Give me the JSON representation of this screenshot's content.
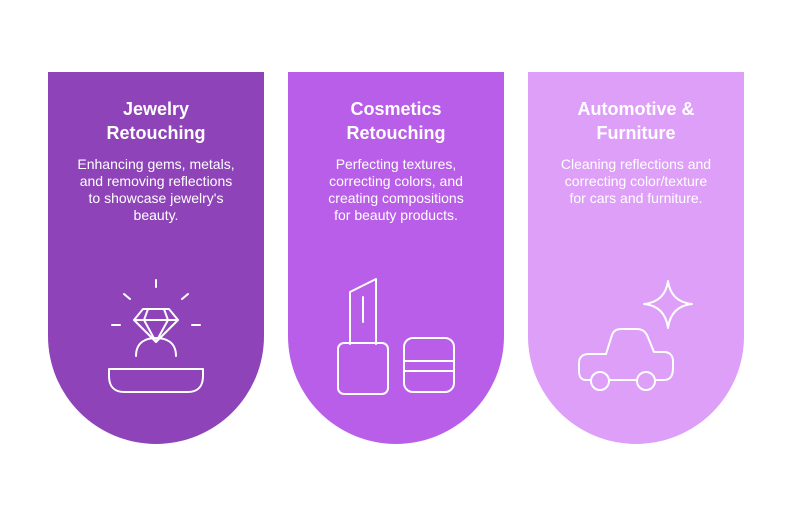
{
  "cards": [
    {
      "title": "Jewelry\nRetouching",
      "description": "Enhancing gems, metals,\nand removing reflections\nto showcase jewelry's\nbeauty.",
      "color": "#8e44b8",
      "icon": "ring-icon"
    },
    {
      "title": "Cosmetics\nRetouching",
      "description": "Perfecting textures,\ncorrecting colors, and\ncreating compositions\nfor beauty products.",
      "color": "#b95ee8",
      "icon": "lipstick-icon"
    },
    {
      "title": "Automotive &\nFurniture",
      "description": "Cleaning reflections and\ncorrecting color/texture\nfor cars and furniture.",
      "color": "#dd9ff7",
      "icon": "car-icon"
    }
  ]
}
